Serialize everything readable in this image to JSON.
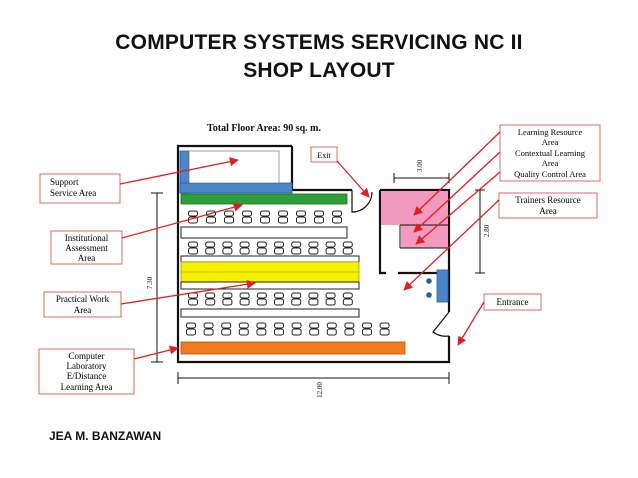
{
  "header": {
    "title": "COMPUTER SYSTEMS SERVICING NC II",
    "subtitle": "SHOP LAYOUT"
  },
  "floor_plan": {
    "total_area_label": "Total Floor Area: 90 sq. m.",
    "dimensions": {
      "width": "12.00",
      "height": "7.30",
      "top_small": "3.00",
      "right_small": "2.80"
    },
    "labels": {
      "support": [
        "Support",
        "Service Area"
      ],
      "institutional": [
        "Institutional",
        "Assessment",
        "Area"
      ],
      "practical": [
        "Practical Work",
        "Area"
      ],
      "computer_lab": [
        "Computer",
        "Laboratory",
        "E/Distance",
        "Learning Area"
      ],
      "exit": "Exit",
      "learning_resource": [
        "Learning Resource",
        "Area",
        "Contextual Learning",
        "Area",
        "Quality Control Area"
      ],
      "trainers": [
        "Trainers Resource",
        "Area"
      ],
      "entrance": "Entrance"
    },
    "colors": {
      "support_blue": "#4a86c8",
      "green": "#2e9e3a",
      "yellow": "#f4f000",
      "orange": "#f07a1e",
      "pink": "#f29ac0",
      "arrow_red": "#e01f1f",
      "label_border": "#d86a6a"
    }
  },
  "footer": {
    "author": "JEA M. BANZAWAN"
  }
}
